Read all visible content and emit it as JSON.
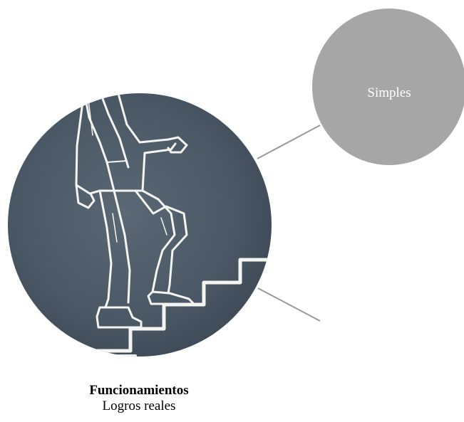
{
  "diagram": {
    "main_image": {
      "icon": "man-climbing-stairs-chalk-drawing"
    },
    "bubble": {
      "label": "Simples",
      "color": "#a6a6a6"
    },
    "caption": {
      "title": "Funcionamientos",
      "subtitle": "Logros reales"
    },
    "colors": {
      "chalkboard": "#4a5866",
      "chalk": "#f4f4f0",
      "connector": "#9a9a9a"
    }
  }
}
